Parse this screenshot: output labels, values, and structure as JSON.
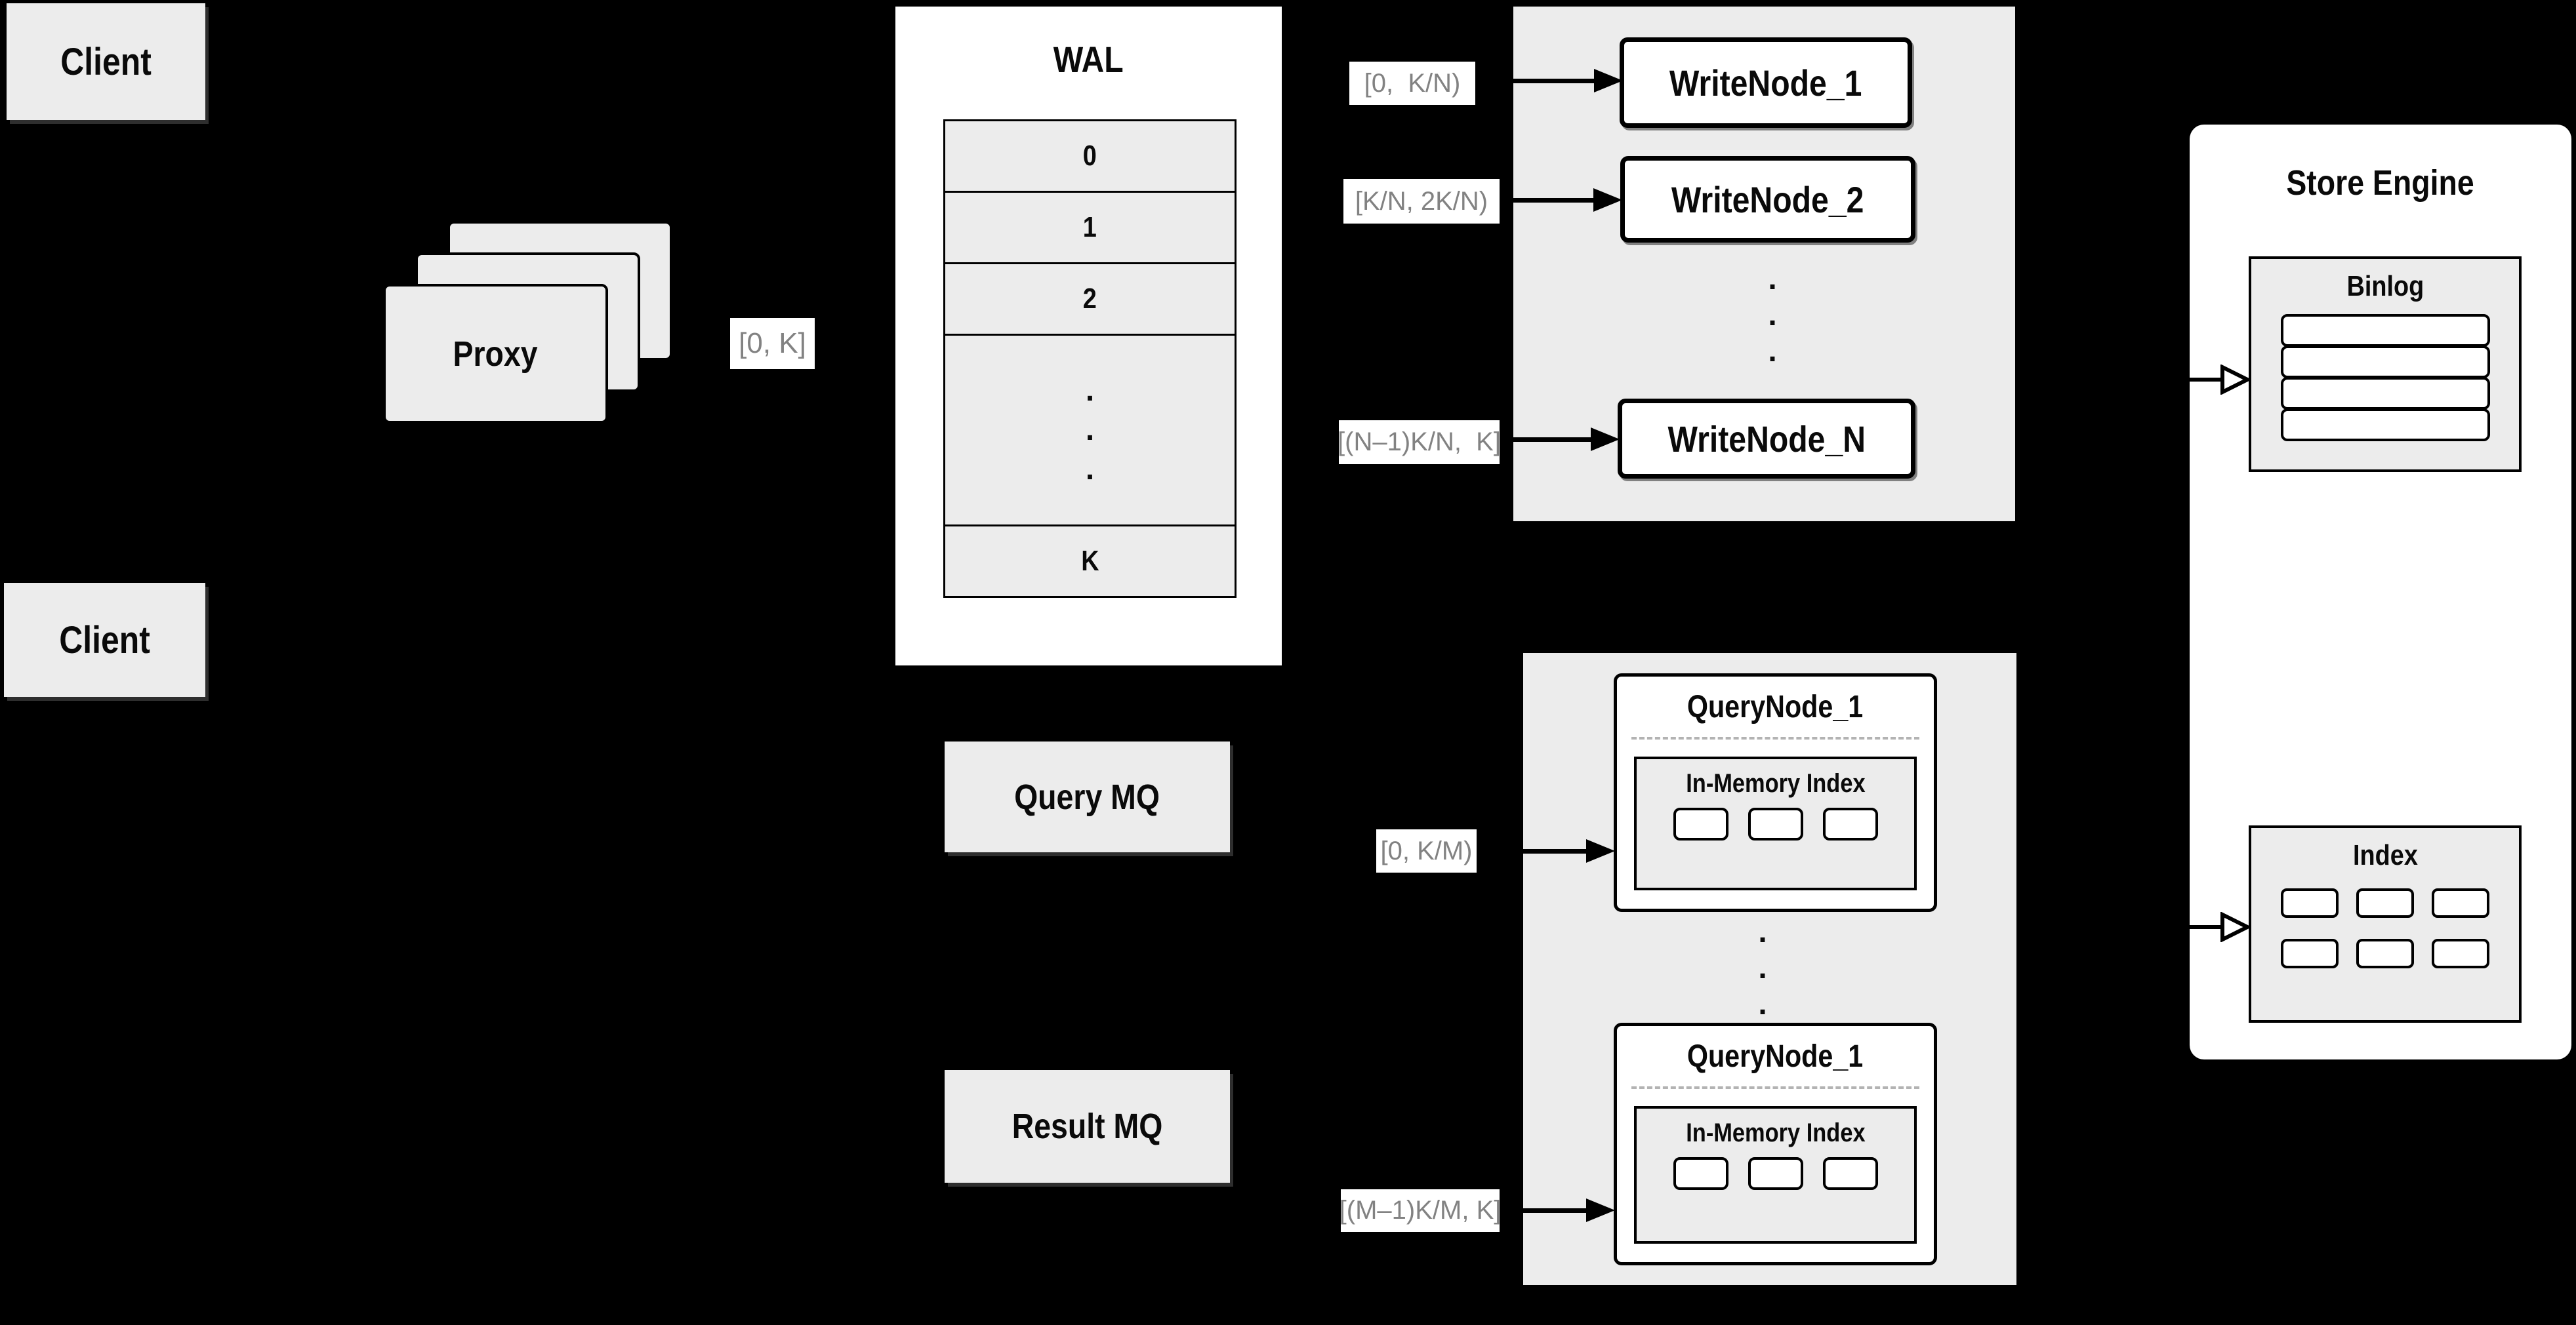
{
  "colors": {
    "background": "#000000",
    "panel_gray": "#ececec",
    "box_white": "#ffffff",
    "line_black": "#000000",
    "range_label_text": "#828282",
    "dashed_divider": "#b3b3b3"
  },
  "clients": {
    "top_label": "Client",
    "middle_label": "Client"
  },
  "proxy": {
    "label": "Proxy",
    "range_label": "[0, K]"
  },
  "wal": {
    "title": "WAL",
    "rows": [
      "0",
      "1",
      "2",
      ".\n.\n.",
      "K"
    ]
  },
  "write_section": {
    "node1": "WriteNode_1",
    "node2": "WriteNode_2",
    "nodeN": "WriteNode_N",
    "dots": ".\n.\n.",
    "range_node1": "[0,  K/N)",
    "range_node2": "[K/N, 2K/N)",
    "range_nodeN": "[(N–1)K/N,  K]"
  },
  "mq": {
    "query": "Query MQ",
    "result": "Result MQ"
  },
  "query_section": {
    "top_title": "QueryNode_1",
    "bottom_title": "QueryNode_1",
    "top_index_title": "In-Memory Index",
    "bottom_index_title": "In-Memory Index",
    "dots": ".\n.\n.",
    "range_top": "[0, K/M)",
    "range_bottom": "[(M–1)K/M, K]"
  },
  "store_engine": {
    "title": "Store Engine",
    "binlog_title": "Binlog",
    "index_title": "Index"
  }
}
